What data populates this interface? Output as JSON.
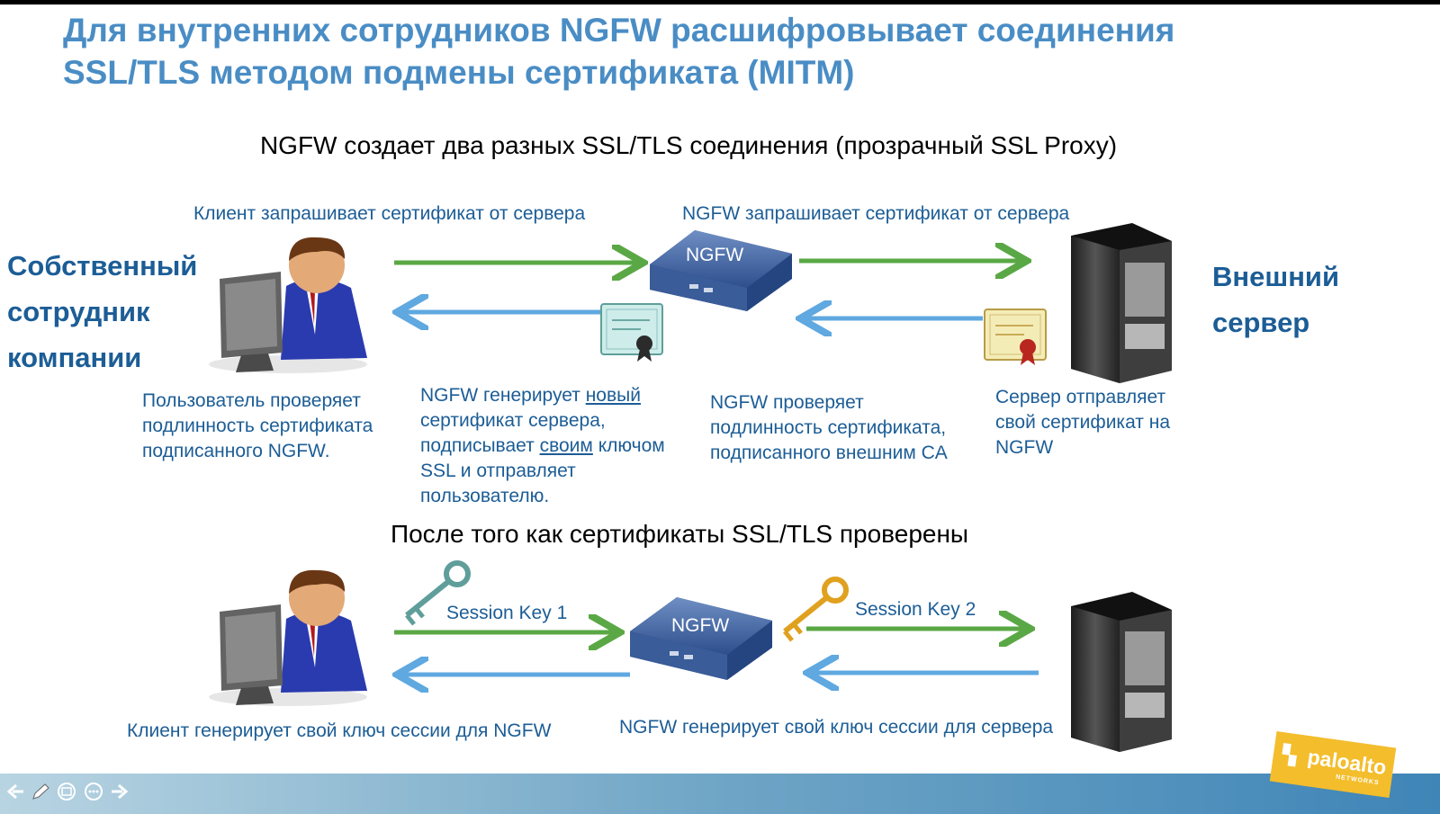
{
  "title_line1": "Для внутренних сотрудников NGFW расшифровывает соединения",
  "title_line2": "SSL/TLS методом подмены сертификата (MITM)",
  "subtitle1": "NGFW создает два разных SSL/TLS соединения (прозрачный SSL Proxy)",
  "subtitle2": "После того как сертификаты SSL/TLS проверены",
  "left_label": [
    "Собственный",
    "сотрудник",
    "компании"
  ],
  "right_label": [
    "Внешний",
    "сервер"
  ],
  "device_label": "NGFW",
  "top": {
    "client_request": "Клиент запрашивает сертификат от сервера",
    "ngfw_request": "NGFW запрашивает сертификат от сервера",
    "user_verifies": [
      "Пользователь проверяет",
      "подлинность сертификата",
      "подписанного NGFW."
    ],
    "ngfw_generates": {
      "l1a": "NGFW генерирует ",
      "l1u": "новый",
      "l2": "сертификат сервера,",
      "l3a": "подписывает ",
      "l3u": "своим",
      "l3b": " ключом",
      "l4": "SSL и отправляет",
      "l5": "пользователю."
    },
    "ngfw_verifies": [
      "NGFW проверяет",
      "подлинность сертификата,",
      "подписанного внешним CA"
    ],
    "server_sends": [
      "Сервер отправляет",
      "свой сертификат на",
      "NGFW"
    ]
  },
  "bottom": {
    "session_key_1": "Session Key 1",
    "session_key_2": "Session Key 2",
    "client_generates": "Клиент генерирует свой ключ сессии для NGFW",
    "ngfw_generates": "NGFW генерирует свой ключ сессии для сервера"
  },
  "logo": {
    "text": "paloalto",
    "sub": "NETWORKS"
  },
  "colors": {
    "title": "#4a8dc5",
    "caption": "#1c5d96",
    "arrow_green": "#5aa845",
    "arrow_blue": "#5fa8e0"
  },
  "nav_icons": [
    "arrow-left-icon",
    "pen-icon",
    "slides-icon",
    "more-icon",
    "arrow-right-icon"
  ]
}
